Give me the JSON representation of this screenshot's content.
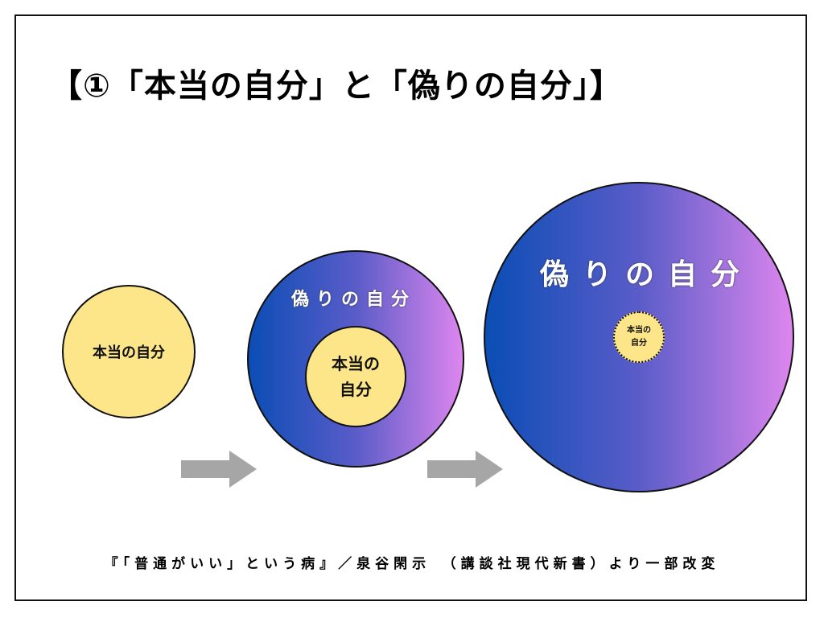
{
  "title": "【①「本当の自分」と「偽りの自分」】",
  "stage1": {
    "true_self": "本当の自分"
  },
  "stage2": {
    "false_self": "偽りの自分",
    "true_self_line1": "本当の",
    "true_self_line2": "自分"
  },
  "stage3": {
    "false_self": "偽りの自分",
    "true_self_line1": "本当の",
    "true_self_line2": "自分"
  },
  "footer": "『「普通がいい」という病』／泉谷閑示　（講談社現代新書）より一部改変",
  "colors": {
    "true_self": "#fde68a",
    "gradient_start": "#0b4db5",
    "gradient_end": "#dd86ee",
    "arrow": "#a6a6a6"
  }
}
